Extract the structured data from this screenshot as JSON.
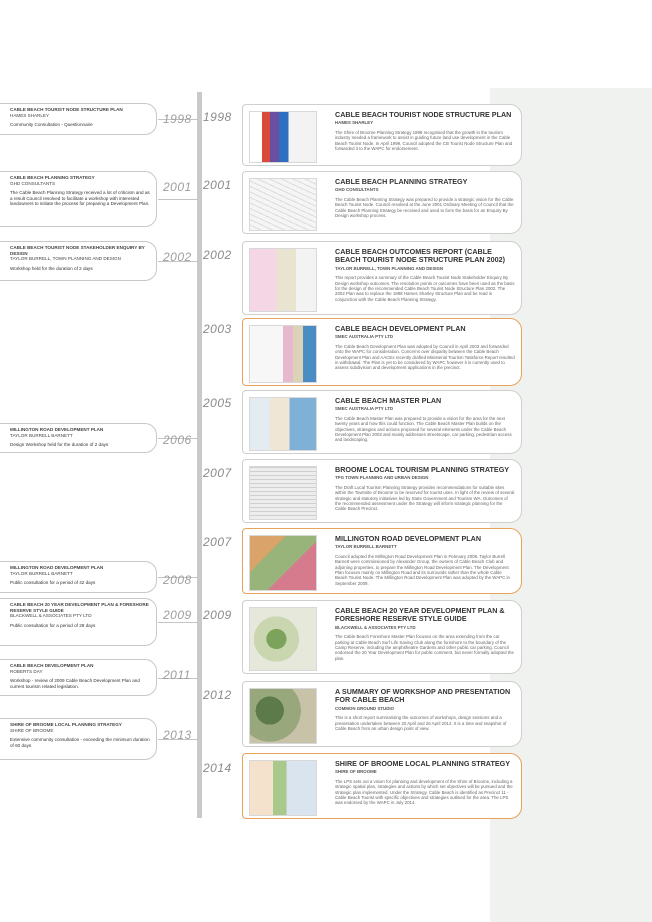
{
  "left_entries": [
    {
      "title": "CABLE BEACH TOURIST NODE STRUCTURE PLAN",
      "sub": "HAMES SHARLEY",
      "desc": "Community Consultation - Questionnaire",
      "year": "1998"
    },
    {
      "title": "CABLE BEACH PLANNING STRATEGY",
      "sub": "GHD CONSULTANTS",
      "desc": "The Cable Beach Planning Strategy received a lot of criticism and as a result Council resolved to facilitate a workshop with interested landowners to initiate the process for preparing a Development Plan.",
      "year": "2001"
    },
    {
      "title": "CABLE BEACH TOURIST NODE STAKEHOLDER ENQUIRY BY DESIGN",
      "sub": "TAYLOR BURRELL, TOWN PLANNING AND DESIGN",
      "desc": "Workshop held for the duration of 2 days",
      "year": "2002"
    },
    {
      "title": "MILLINGTON ROAD DEVELOPMENT PLAN",
      "sub": "TAYLOR BURRELL BARNETT",
      "desc": "Design Workshop held for the duration of 2 days",
      "year": "2006"
    },
    {
      "title": "MILLINGTON ROAD DEVELOPMENT PLAN",
      "sub": "TAYLOR BURRELL BARNETT",
      "desc": "Public consultation for a period of 42 days",
      "year": "2008"
    },
    {
      "title": "CABLE BEACH 20 YEAR DEVELOPMENT PLAN & FORESHORE RESERVE STYLE GUIDE",
      "sub": "BLACKWELL & ASSOCIATES PTY LTD",
      "desc": "Public consultation for a period of 28 days",
      "year": "2009"
    },
    {
      "title": "CABLE BEACH DEVELOPMENT PLAN",
      "sub": "ROBERTS DAY",
      "desc": "Workshop - review of 2009 Cable Beach Development Plan and current tourism related legislation.",
      "year": "2011"
    },
    {
      "title": "SHIRE OF BROOME LOCAL PLANNING STRATEGY",
      "sub": "SHIRE OF BROOME",
      "desc": "Extensive community consultation - exceeding the minimum duration of 60 days",
      "year": "2013"
    }
  ],
  "right_entries": [
    {
      "year": "1998",
      "title": "CABLE BEACH TOURIST NODE STRUCTURE PLAN",
      "sub": "HAMES SHARLEY",
      "desc": "The Shire of Broome Planning Strategy 1998 recognised that the growth in the tourism industry needed a framework to assist in guiding future land use development in the Cable Beach Tourist Node. In April 1999, Council adopted the CB Tourist Node Structure Plan and forwarded it to the WAPC for endorsement."
    },
    {
      "year": "2001",
      "title": "CABLE BEACH PLANNING STRATEGY",
      "sub": "GHD CONSULTANTS",
      "desc": "The Cable Beach Planning Strategy was prepared to provide a strategic vision for the Cable Beach Tourist Node. Council resolved at the June 2001 Ordinary Meeting of Council that the Cable Beach Planning Strategy be received and used to form the basis for an Enquiry By Design workshop process."
    },
    {
      "year": "2002",
      "title": "CABLE BEACH OUTCOMES REPORT (CABLE BEACH TOURIST NODE STRUCTURE PLAN 2002)",
      "sub": "TAYLOR BURRELL, TOWN PLANNING AND DESIGN",
      "desc": "This report provides a summary of the Cable Beach Tourist Node Stakeholder Enquiry By Design workshop outcomes. The resolution points or outcomes have been used as the basis for the design of the recommended Cable Beach Tourist Node Structure Plan 2002. The 2002 Plan was to replace the 1998 Hames Sharley Structure Plan and be read in conjunction with the Cable Beach Planning Strategy."
    },
    {
      "year": "2003",
      "title": "CABLE BEACH DEVELOPMENT PLAN",
      "sub": "SMEC AUSTRALIA PTY LTD",
      "desc": "The Cable Beach Development Plan was adopted by Council in April 2003 and forwarded onto the WAPC for consideration. Concerns over disparity between the Cable Beach Development Plan and AACEs recently drafted Ministerial Tourism Taskforce Report resulted in withdrawal. The Plan is yet to be considered by WAPC however it is currently used to assess subdivision and development applications in the precinct."
    },
    {
      "year": "2005",
      "title": "CABLE BEACH MASTER PLAN",
      "sub": "SMEC AUSTRALIA PTY LTD",
      "desc": "The Cable Beach Master Plan was prepared to provide a vision for the area for the next twenty years and how this could function. The Cable Beach Master Plan builds on the objectives, strategies and actions proposed for several elements under the Cable Beach Development Plan 2003 and mainly addresses streetscape, car parking, pedestrian access and landscaping."
    },
    {
      "year": "2007",
      "title": "BROOME LOCAL TOURISM PLANNING STRATEGY",
      "sub": "TPG TOWN PLANNING AND URBAN DESIGN",
      "desc": "The Draft Local Tourism Planning Strategy provides recommendations for suitable sites within the Townsite of Broome to be reserved for tourist uses. In light of the review of several strategic and statutory initiatives led by State Government and Tourism WA. Outcomes of the recommended assessment under the Strategy will inform strategic planning for the Cable Beach Precinct."
    },
    {
      "year": "2007",
      "title": "MILLINGTON ROAD DEVELOPMENT PLAN",
      "sub": "TAYLOR BURRELL BARNETT",
      "desc": "Council adopted the Millington Road Development Plan in February 2008. Taylor Burrell Barnett were commissioned by Alexander Group, the owners of Cable Beach Club and adjoining properties, to prepare the Millington Road Development Plan. The Development Plan focuses mainly on Millington Road and its surrounds rather than the whole Cable Beach Tourist Node. The Millington Road Development Plan was adopted by the WAPC in September 2009."
    },
    {
      "year": "2009",
      "title": "CABLE BEACH 20 YEAR DEVELOPMENT PLAN & FORESHORE RESERVE STYLE GUIDE",
      "sub": "BLACKWELL & ASSOCIATES PTY LTD",
      "desc": "The Cable Beach Foreshore Master Plan focuses on the area extending from the car parking at Cable Beach Surf Life Saving Club along the foreshore to the boundary of the Camp Reserve, including the amphitheatre Gardens and other public car parking. Council endorsed the 20 Year Development Plan for public comment, but never formally adopted the plan."
    },
    {
      "year": "2012",
      "title": "A SUMMARY OF WORKSHOP AND PRESENTATION FOR CABLE BEACH",
      "sub": "COMMON GROUND STUDIO",
      "desc": "This is a short report summarising the outcomes of workshops, design sessions and a presentation undertaken between 20 April and 26 April 2012. It is a time and snapshot of Cable Beach from an urban design point of view."
    },
    {
      "year": "2014",
      "title": "SHIRE OF BROOME LOCAL PLANNING STRATEGY",
      "sub": "SHIRE OF BROOME",
      "desc": "The LPS sets out a vision for planning and development of the Shire of Broome, including a strategic spatial plan, strategies and actions by which set objectives will be pursued and the strategic plan implemented. Under the Strategy, Cable Beach is identified as Precinct 11 - Cable Beach Tourist with specific objectives and strategies outlined for the area. The LPS was endorsed by the WAPC in July 2014."
    }
  ],
  "colors": {
    "highlight": "#e8a25a",
    "spine": "#c9c9c9"
  }
}
